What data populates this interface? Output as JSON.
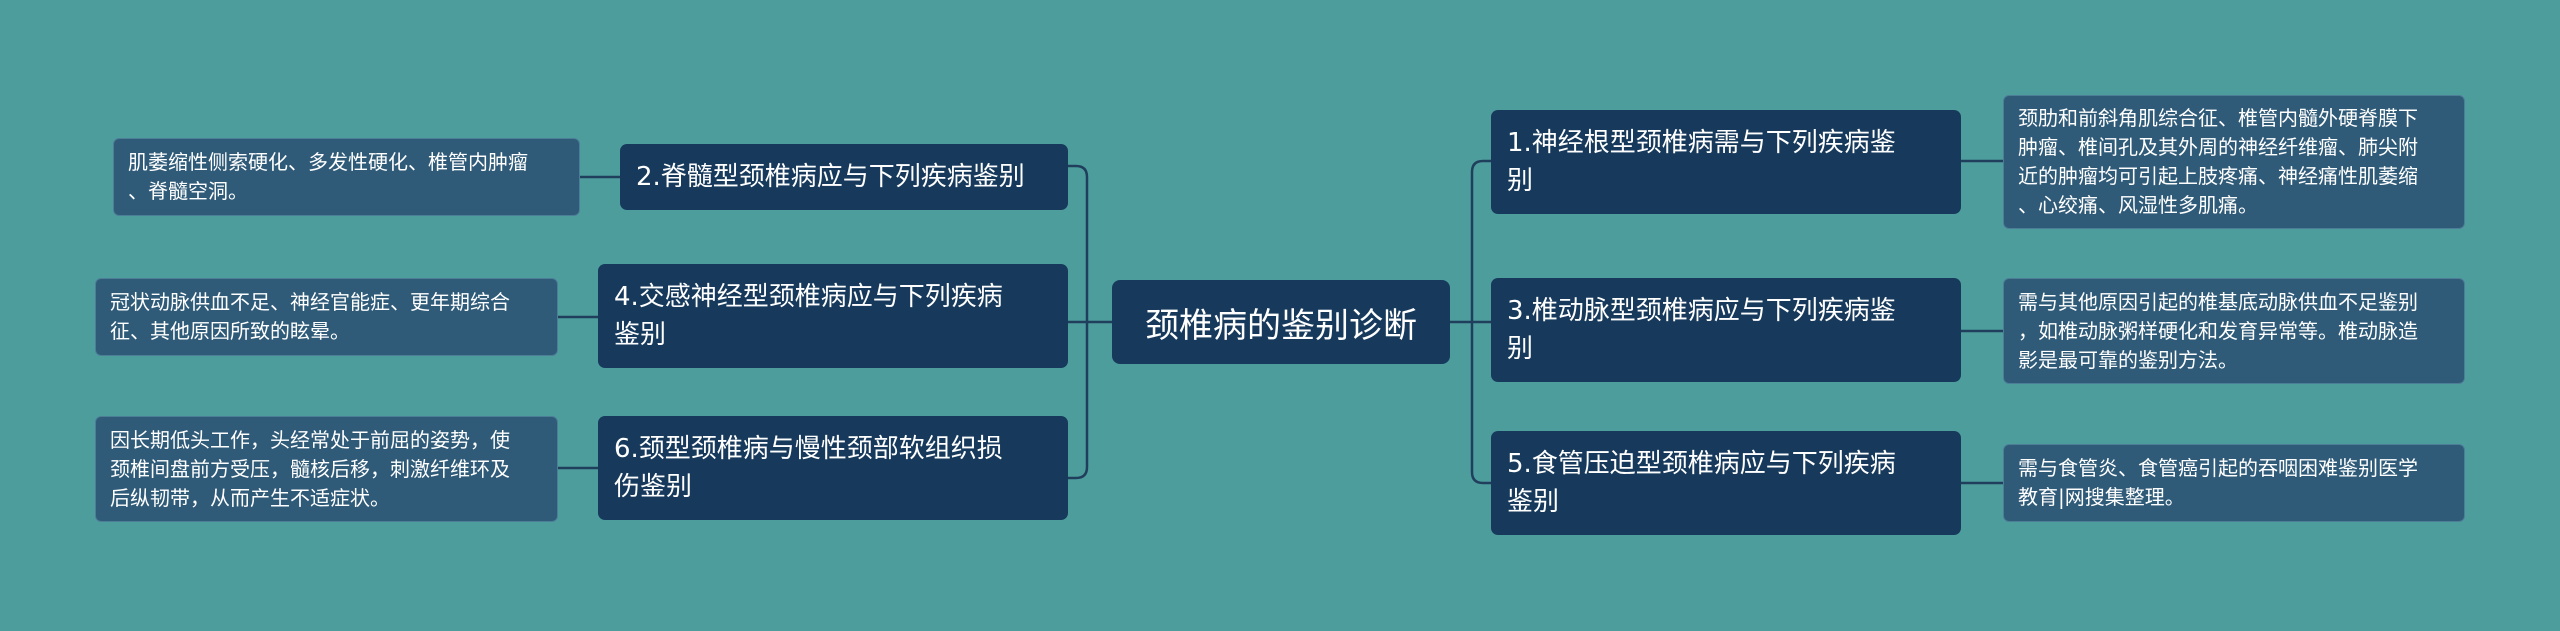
{
  "center": {
    "label": "颈椎病的鉴别诊断"
  },
  "left_branches": [
    {
      "label": "2.脊髓型颈椎病应与下列疾病鉴别",
      "detail": "肌萎缩性侧索硬化、多发性硬化、椎管内肿瘤\n、脊髓空洞。"
    },
    {
      "label": "4.交感神经型颈椎病应与下列疾病\n鉴别",
      "detail": "冠状动脉供血不足、神经官能症、更年期综合\n征、其他原因所致的眩晕。"
    },
    {
      "label": "6.颈型颈椎病与慢性颈部软组织损\n伤鉴别",
      "detail": "因长期低头工作，头经常处于前屈的姿势，使\n颈椎间盘前方受压，髓核后移，刺激纤维环及\n后纵韧带，从而产生不适症状。"
    }
  ],
  "right_branches": [
    {
      "label": "1.神经根型颈椎病需与下列疾病鉴\n别",
      "detail": "颈肋和前斜角肌综合征、椎管内髓外硬脊膜下\n肿瘤、椎间孔及其外周的神经纤维瘤、肺尖附\n近的肿瘤均可引起上肢疼痛、神经痛性肌萎缩\n、心绞痛、风湿性多肌痛。"
    },
    {
      "label": "3.椎动脉型颈椎病应与下列疾病鉴\n别",
      "detail": "需与其他原因引起的椎基底动脉供血不足鉴别\n，如椎动脉粥样硬化和发育异常等。椎动脉造\n影是最可靠的鉴别方法。"
    },
    {
      "label": "5.食管压迫型颈椎病应与下列疾病\n鉴别",
      "detail": "需与食管炎、食管癌引起的吞咽困难鉴别医学\n教育|网搜集整理。"
    }
  ]
}
